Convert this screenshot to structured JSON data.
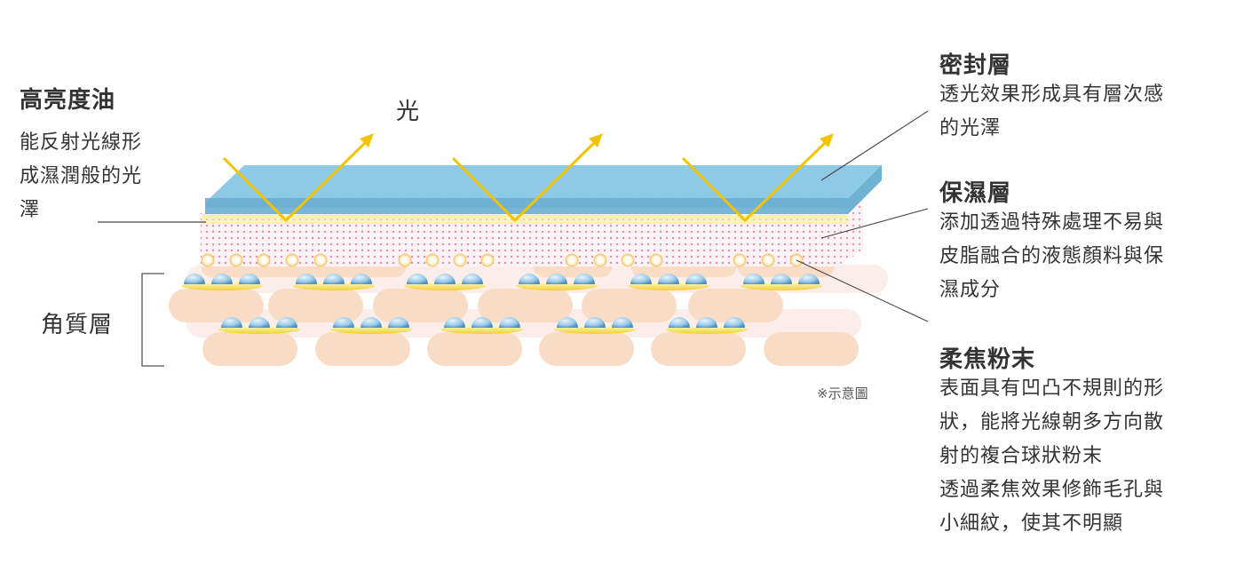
{
  "left": {
    "oil_title": "高亮度油",
    "oil_desc": [
      "能反射光線形",
      "成濕潤般的光",
      "澤"
    ],
    "stratum_label": "角質層"
  },
  "light_label": "光",
  "right": {
    "seal_title": "密封層",
    "seal_desc": [
      "透光效果形成具有層次感",
      "的光澤"
    ],
    "moist_title": "保濕層",
    "moist_desc": [
      "添加透過特殊處理不易與",
      "皮脂融合的液態顏料與保",
      "濕成分"
    ],
    "powder_title": "柔焦粉末",
    "powder_desc": [
      "表面具有凹凸不規則的形",
      "狀，能將光線朝多方向散",
      "射的複合球狀粉末",
      "透過柔焦效果修飾毛孔與",
      "小細紋，使其不明顯"
    ]
  },
  "note": "※示意圖",
  "colors": {
    "seal_layer": "#8ecae6",
    "seal_side": "#6fb2d4",
    "oil_band": "#fbf0a8",
    "moist_dots": "#e48bb0",
    "light_ray": "#f2c400",
    "cell": "#f8dcc6",
    "cell_faint": "#fbeeea",
    "sphere": "#a8d4ee",
    "leader_line": "#444444"
  }
}
